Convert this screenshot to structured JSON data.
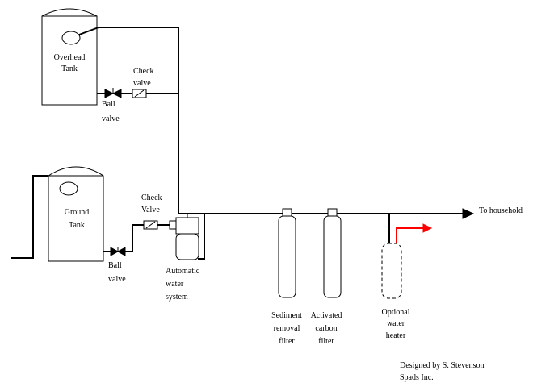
{
  "labels": {
    "overhead_tank": [
      "Overhead",
      "Tank"
    ],
    "ground_tank": [
      "Ground",
      "Tank"
    ],
    "check_valve_top": [
      "Check",
      "valve"
    ],
    "ball_valve_top": [
      "Ball",
      "valve"
    ],
    "check_valve_bottom": [
      "Check",
      "Valve"
    ],
    "ball_valve_bottom": [
      "Ball",
      "valve"
    ],
    "automatic_water_system": [
      "Automatic",
      "water",
      "system"
    ],
    "sediment_filter": [
      "Sediment",
      "removal",
      "filter"
    ],
    "carbon_filter": [
      "Activated",
      "carbon",
      "filter"
    ],
    "water_heater": [
      "Optional",
      "water",
      "heater"
    ],
    "to_household": "To household",
    "credit": [
      "Designed by S. Stevenson",
      "Spads Inc."
    ]
  },
  "colors": {
    "pipe": "#000000",
    "hot_water_arrow": "#ff0000",
    "background": "#ffffff"
  },
  "icons": {
    "flow_arrow": "arrowhead-icon",
    "check_valve": "check-valve-icon",
    "ball_valve": "ball-valve-icon"
  }
}
